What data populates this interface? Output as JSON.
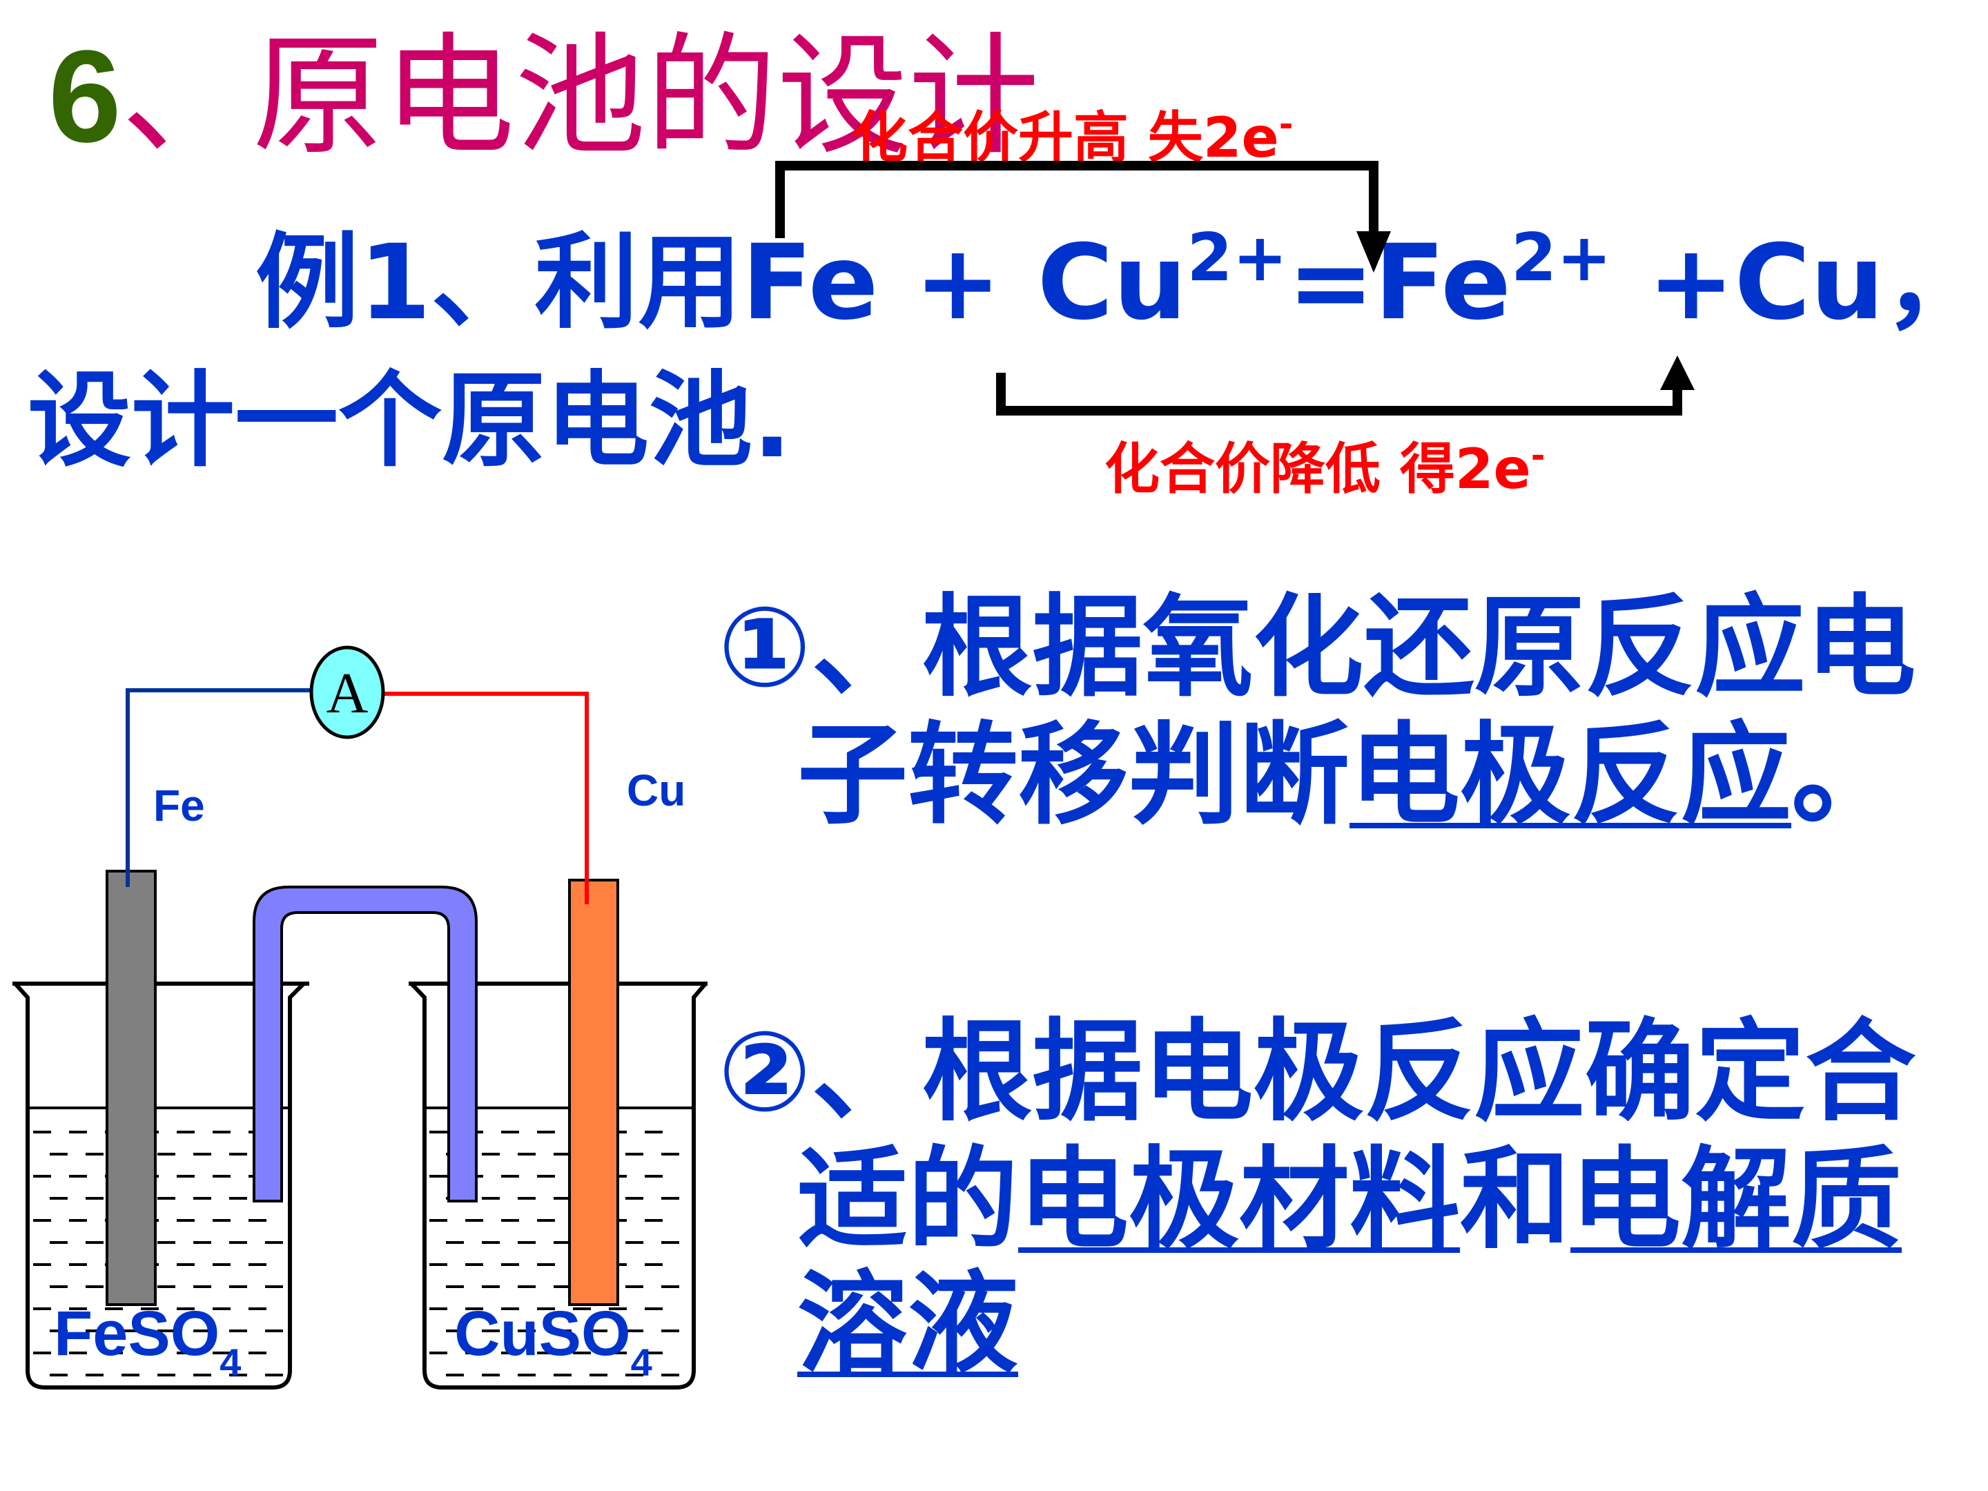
{
  "title": {
    "number": "6",
    "separator": "、",
    "text": "原电池的设计"
  },
  "example": {
    "prefix": "例1、利用",
    "equation": {
      "fe": "Fe",
      "plus1": " + ",
      "cu": "Cu",
      "cu_charge": "2+",
      "equals": "=",
      "fe2": "Fe",
      "fe2_charge": "2+",
      "plus2": " +",
      "cu2": "Cu",
      "end": "，"
    },
    "line2": "设计一个原电池."
  },
  "annotations": {
    "top": {
      "text": "化合价升高 失",
      "electrons": "2e",
      "sign": "-"
    },
    "bottom": {
      "text": "化合价降低 得",
      "electrons": "2e",
      "sign": "-"
    }
  },
  "steps": [
    {
      "marker": "①",
      "line1": "、根据氧化还原反应电",
      "line2_plain": "子转移判断",
      "line2_underlined": "电极反应",
      "line2_end": "。"
    },
    {
      "marker": "②",
      "line1": "、根据电极反应确定合",
      "line2_plain": "适的",
      "line2_u1": "电极材料",
      "line2_mid": "和",
      "line2_u2": "电解质",
      "line3_underlined": "溶液"
    }
  ],
  "apparatus": {
    "ammeter_label": "A",
    "left_electrode": "Fe",
    "right_electrode": "Cu",
    "left_solution": {
      "formula": "FeSO",
      "subscript": "4"
    },
    "right_solution": {
      "formula": "CuSO",
      "subscript": "4"
    },
    "colors": {
      "fe_electrode": "#808080",
      "cu_electrode": "#ff8040",
      "salt_bridge": "#8080ff",
      "ammeter": "#80ffff",
      "left_wire": "#003399",
      "right_wire": "#ff0000"
    }
  }
}
